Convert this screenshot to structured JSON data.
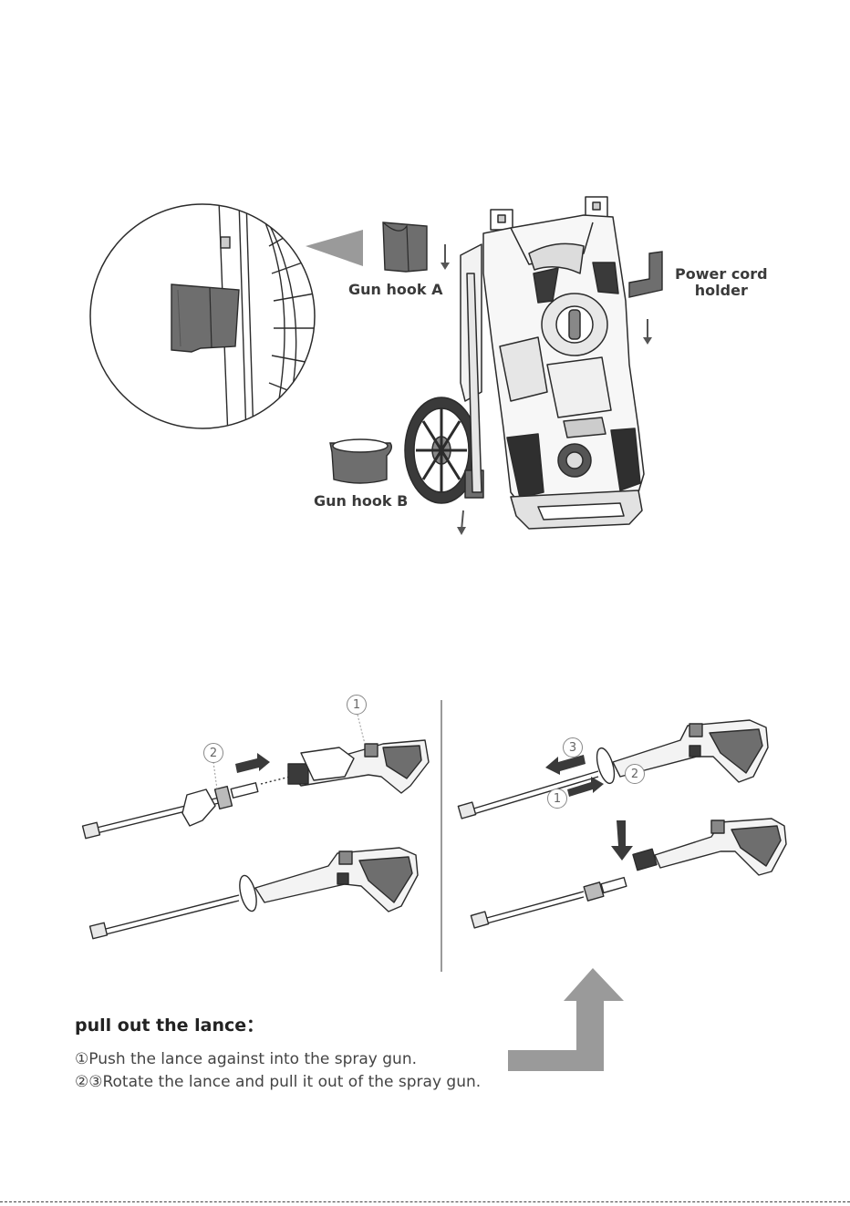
{
  "labels": {
    "gun_hook_a": "Gun hook A",
    "power_cord_holder_line1": "Power cord",
    "power_cord_holder_line2": "holder",
    "gun_hook_b": "Gun hook B"
  },
  "step_markers": {
    "left_one": "1",
    "left_two": "2",
    "right_three": "3",
    "right_two": "2",
    "right_one": "1"
  },
  "instructions": {
    "title": "pull out the lance：",
    "step_1": "①Push the lance against into the spray gun.",
    "step_2": "②③Rotate the lance and pull it out of the spray gun."
  },
  "colors": {
    "part_gray": "#6e6e6e",
    "line_dark": "#2b2b2b",
    "arrow_gray": "#9a9a9a"
  }
}
